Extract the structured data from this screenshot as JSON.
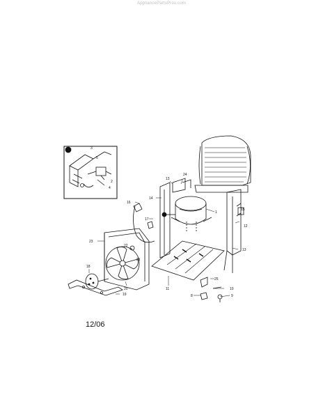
{
  "watermark": "AppliancePartsPros.com",
  "footer_date": "12/06",
  "inset_marker": "1",
  "labels": {
    "l1": "1",
    "l2": "2",
    "l3": "3",
    "l4": "4",
    "l5": "5",
    "l8": "8",
    "l9": "9",
    "l10": "10",
    "l11": "11",
    "l12": "12",
    "l13a": "13",
    "l13b": "13",
    "l14": "14",
    "l15": "15",
    "l16": "16",
    "l17": "17",
    "l18": "18",
    "l19": "19",
    "l20": "20",
    "l21": "21",
    "l22": "22",
    "l23": "23",
    "l24": "24",
    "l25": "25"
  }
}
